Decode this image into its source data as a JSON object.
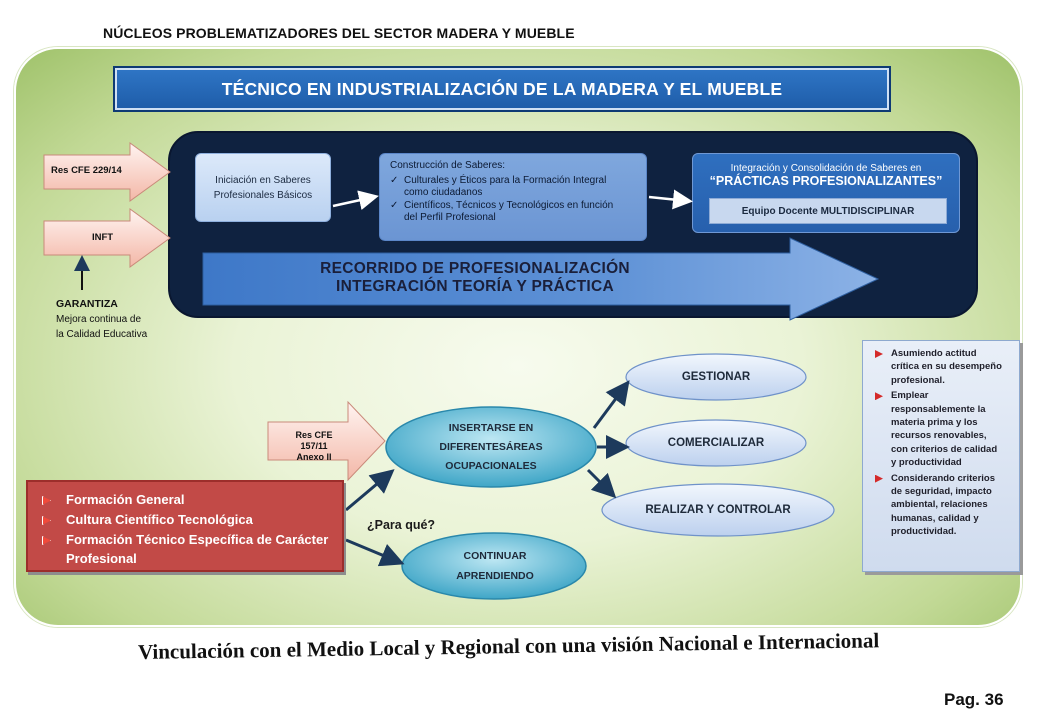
{
  "page_title": "NÚCLEOS PROBLEMATIZADORES DEL SECTOR MADERA Y MUEBLE",
  "main_banner": "TÉCNICO EN INDUSTRIALIZACIÓN DE LA MADERA Y EL MUEBLE",
  "inputs": {
    "res_cfe_229": "Res CFE 229/14",
    "inft": "INFT",
    "garantiza": {
      "title": "GARANTIZA",
      "line1": "Mejora continua de",
      "line2": "la Calidad Educativa"
    }
  },
  "steps": {
    "initiation": {
      "line1": "Iniciación en Saberes",
      "line2": "Profesionales Básicos"
    },
    "construction": {
      "title": "Construcción de Saberes:",
      "items": [
        {
          "line1": "Culturales y Éticos para la Formación Integral",
          "line2": "como ciudadanos"
        },
        {
          "line1": "Científicos, Técnicos y Tecnológicos en función",
          "line2": "del Perfil Profesional"
        }
      ]
    },
    "integration": {
      "title": "Integración y Consolidación de Saberes en",
      "quote": "“PRÁCTICAS PROFESIONALIZANTES”",
      "team": "Equipo Docente  MULTIDISCIPLINAR"
    }
  },
  "big_arrow": {
    "line1": "RECORRIDO DE PROFESIONALIZACIÓN",
    "line2": "INTEGRACIÓN TEORÍA Y PRÁCTICA"
  },
  "res_cfe_157": {
    "line1": "Res CFE 157/11",
    "line2": "Anexo II"
  },
  "formation": {
    "items": [
      {
        "line1": "Formación General"
      },
      {
        "line1": "Cultura Científico Tecnológica"
      },
      {
        "line1": "Formación Técnico Específica de Carácter",
        "line2": "Profesional"
      }
    ]
  },
  "para_que": "¿Para qué?",
  "ellipses": {
    "insertarse": {
      "line1": "INSERTARSE EN",
      "line2": "DIFERENTESÁREAS",
      "line3": "OCUPACIONALES"
    },
    "continuar": {
      "line1": "CONTINUAR",
      "line2": "APRENDIENDO"
    },
    "gestionar": "GESTIONAR",
    "comercializar": "COMERCIALIZAR",
    "realizar": "REALIZAR Y CONTROLAR"
  },
  "right_box": {
    "items": [
      {
        "lines": [
          "Asumiendo actitud",
          "crítica en su desempeño",
          "profesional."
        ]
      },
      {
        "lines": [
          "Emplear",
          "responsablemente la",
          "materia prima y los",
          "recursos renovables,",
          "con criterios de calidad",
          "y productividad"
        ]
      },
      {
        "lines": [
          "Considerando criterios",
          "de seguridad, impacto",
          "ambiental, relaciones",
          "humanas, calidad y",
          "productividad."
        ]
      }
    ]
  },
  "bottom_line": "Vinculación con el Medio Local y Regional con una visión Nacional e Internacional",
  "page_number": "Pag. 36",
  "colors": {
    "banner_blue": "#1e5ca8",
    "dark_panel": "#0f2240",
    "formation_red": "#c24a47",
    "ellipse_teal": "#4fb3cf",
    "green_panel": "#9fc26a"
  }
}
